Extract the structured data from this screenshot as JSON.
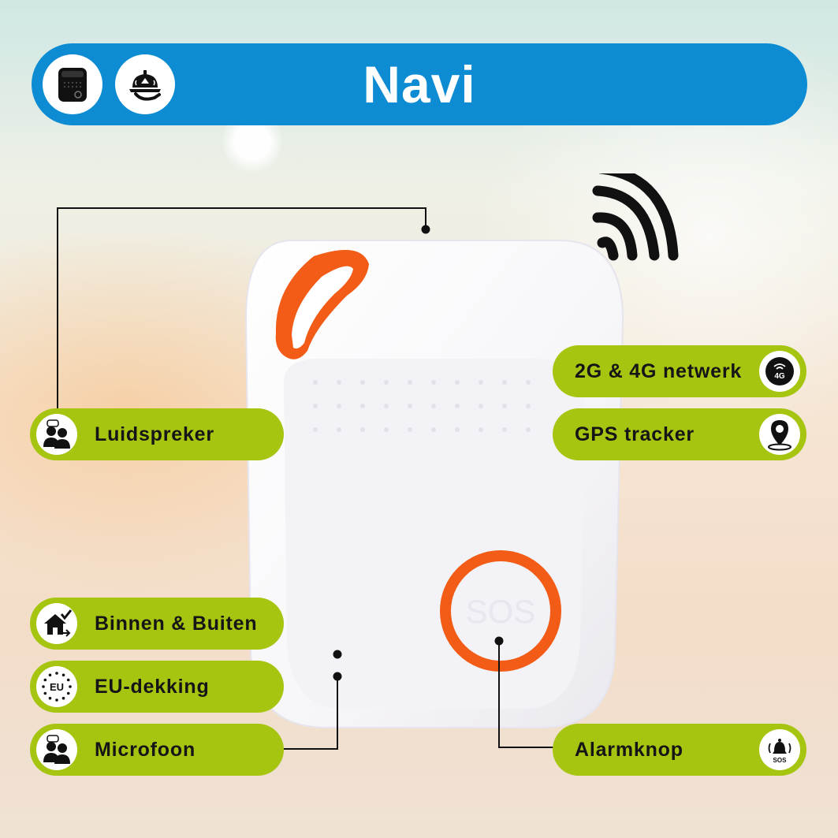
{
  "header": {
    "title": "Navi",
    "icons": [
      "device-icon",
      "service-bell-icon"
    ]
  },
  "device": {
    "sos_label": "SOS"
  },
  "features_left": [
    {
      "label": "Luidspreker",
      "icon": "people-talking-icon"
    },
    {
      "label": "Binnen & Buiten",
      "icon": "house-check-icon"
    },
    {
      "label": "EU-dekking",
      "icon": "eu-stars-icon"
    },
    {
      "label": "Microfoon",
      "icon": "people-talking-icon"
    }
  ],
  "features_right": [
    {
      "label": "2G & 4G netwerk",
      "icon": "4g-signal-icon",
      "badge": "4G"
    },
    {
      "label": "GPS tracker",
      "icon": "location-pin-icon"
    },
    {
      "label": "Alarmknop",
      "icon": "sos-bell-icon",
      "badge": "SOS"
    }
  ],
  "colors": {
    "header_blue": "#0d8bd3",
    "pill_green": "#a6c511",
    "accent_orange": "#f25c17",
    "text_dark": "#151515"
  },
  "eu_text": "EU"
}
